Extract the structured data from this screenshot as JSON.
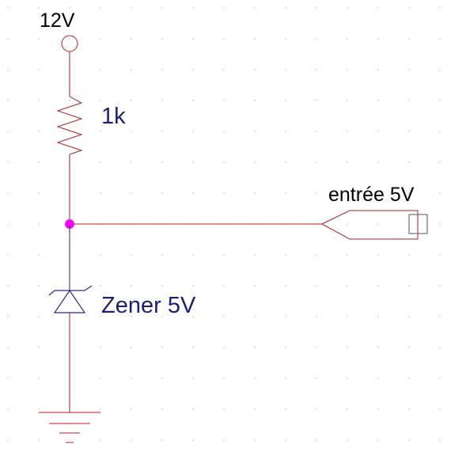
{
  "labels": {
    "supply": "12V",
    "resistor": "1k",
    "zener": "Zener 5V",
    "output_port": "entrée 5V"
  },
  "colors": {
    "wire": "#b22222",
    "component": "#2a2a86",
    "junction": "#ff00ff",
    "label_text": "#000000",
    "value_text": "#1d1d7a",
    "grid": "#c8c8c8"
  },
  "icons": {
    "supply": "power-terminal-circle-icon",
    "resistor": "resistor-zigzag-icon",
    "zener": "zener-diode-icon",
    "ground": "ground-symbol-icon",
    "output": "offpage-connector-icon",
    "junction": "junction-dot-icon"
  }
}
